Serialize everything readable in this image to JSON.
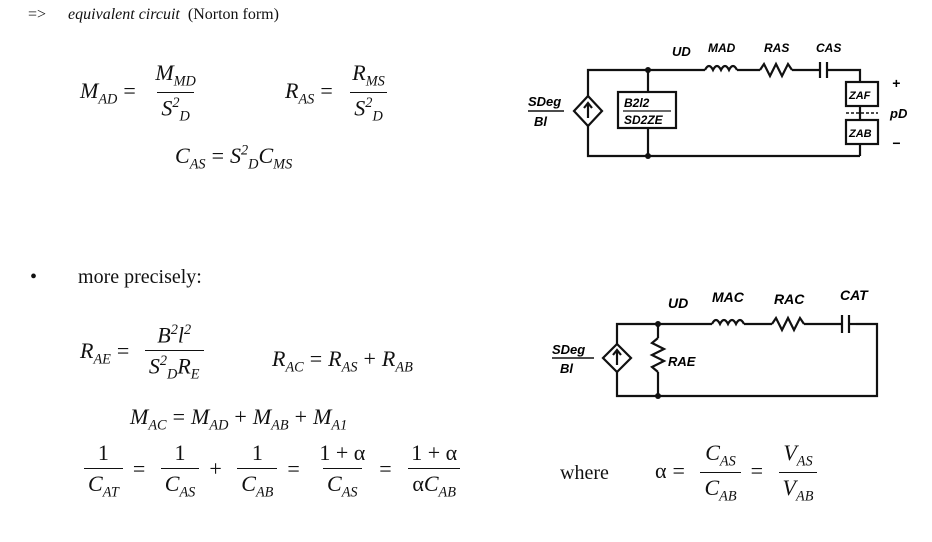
{
  "header": {
    "arrow": "=>",
    "italic_text": "equivalent circuit",
    "suffix": "(Norton form)"
  },
  "section2": {
    "bullet": "•",
    "text": "more precisely:"
  },
  "where_word": "where",
  "circuit1": {
    "source_num": "SDeg",
    "source_den": "Bl",
    "ud": "UD",
    "mad": "MAD",
    "ras": "RAS",
    "cas": "CAS",
    "box_num": "B2l2",
    "box_den": "SD2ZE",
    "zaf": "ZAF",
    "zab": "ZAB",
    "plus": "+",
    "minus": "−",
    "pd": "pD"
  },
  "circuit2": {
    "source_num": "SDeg",
    "source_den": "Bl",
    "ud": "UD",
    "mac": "MAC",
    "rac": "RAC",
    "cat": "CAT",
    "rae": "RAE"
  }
}
